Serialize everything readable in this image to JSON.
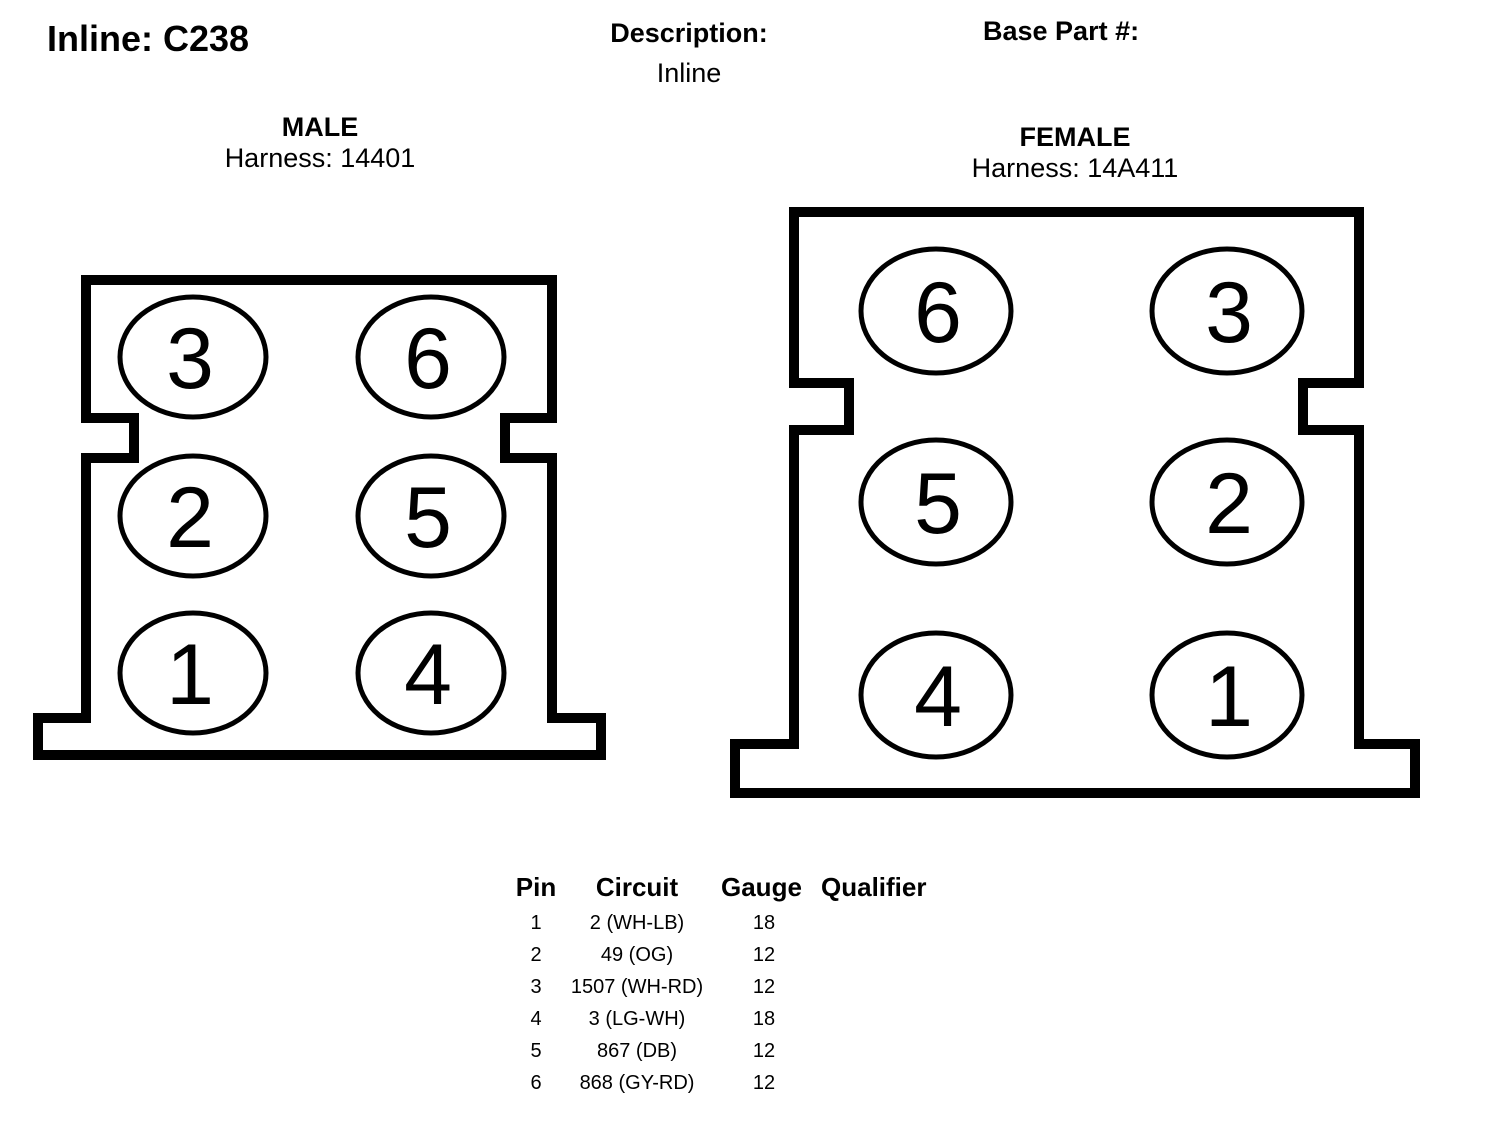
{
  "header": {
    "title": "Inline: C238",
    "description_label": "Description:",
    "description_value": "Inline",
    "base_part_label": "Base Part #:"
  },
  "connectors": {
    "male": {
      "gender": "MALE",
      "harness": "Harness: 14401",
      "pins": [
        "3",
        "6",
        "2",
        "5",
        "1",
        "4"
      ]
    },
    "female": {
      "gender": "FEMALE",
      "harness": "Harness: 14A411",
      "pins": [
        "6",
        "3",
        "5",
        "2",
        "4",
        "1"
      ]
    }
  },
  "pin_table": {
    "headers": {
      "pin": "Pin",
      "circuit": "Circuit",
      "gauge": "Gauge",
      "qualifier": "Qualifier"
    },
    "rows": [
      {
        "pin": "1",
        "circuit": "2 (WH-LB)",
        "gauge": "18",
        "qualifier": ""
      },
      {
        "pin": "2",
        "circuit": "49 (OG)",
        "gauge": "12",
        "qualifier": ""
      },
      {
        "pin": "3",
        "circuit": "1507 (WH-RD)",
        "gauge": "12",
        "qualifier": ""
      },
      {
        "pin": "4",
        "circuit": "3 (LG-WH)",
        "gauge": "18",
        "qualifier": ""
      },
      {
        "pin": "5",
        "circuit": "867 (DB)",
        "gauge": "12",
        "qualifier": ""
      },
      {
        "pin": "6",
        "circuit": "868 (GY-RD)",
        "gauge": "12",
        "qualifier": ""
      }
    ]
  }
}
